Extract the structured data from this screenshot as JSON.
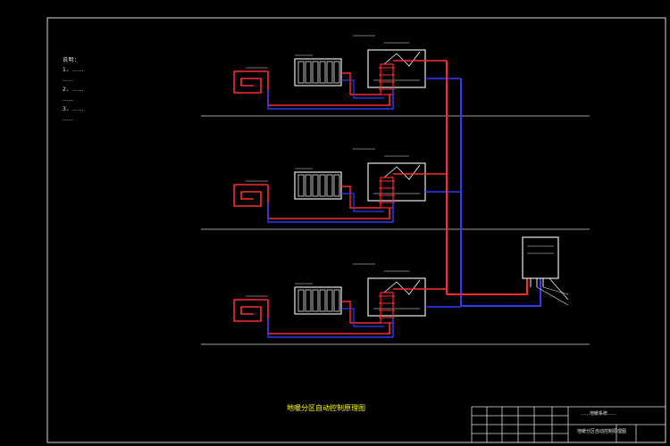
{
  "notes": {
    "lines": [
      "说明：",
      "1、……",
      "……",
      "2、……",
      "……",
      "3、……",
      "……"
    ]
  },
  "drawing_caption": "地暖分区自动控制原理图",
  "title_block": {
    "project_name": "……地暖系统……",
    "drawing_name": "地暖分区自动控制原理图"
  },
  "colors": {
    "background": "#000000",
    "frame": "#d8d8d8",
    "supply_pipe": "#ff2a2a",
    "return_pipe": "#2e3cff",
    "equipment": "#e8e8e8",
    "control_wire": "#ffffff",
    "caption": "#ffff00"
  },
  "diagram": {
    "zones": 3,
    "components_per_zone": [
      "floor-heating-coil",
      "radiator",
      "zone-control-box",
      "manifold"
    ],
    "central_unit": "boiler",
    "pipes": [
      "supply",
      "return"
    ]
  }
}
